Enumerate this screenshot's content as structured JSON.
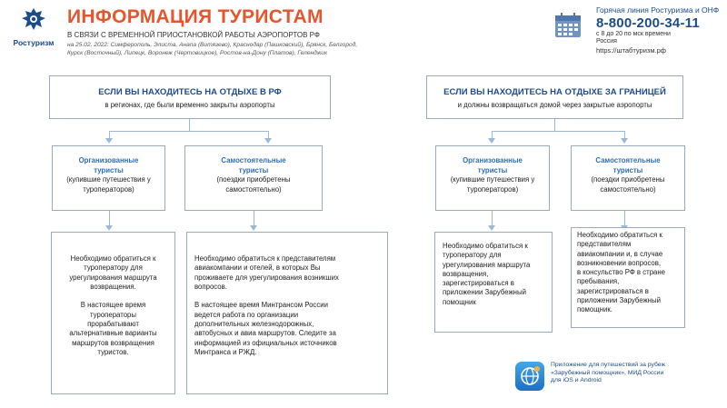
{
  "header": {
    "logo_text": "Ростуризм",
    "title": "ИНФОРМАЦИЯ ТУРИСТАМ",
    "subtitle": "В СВЯЗИ С ВРЕМЕННОЙ ПРИОСТАНОВКОЙ РАБОТЫ АЭРОПОРТОВ РФ",
    "dates_line1": "на 25.02. 2022: Симферополь, Элиста, Анапа (Витязево), Краснодар (Пашковский), Брянск, Белгород,",
    "dates_line2": "Курск (Восточный), Липецк, Воронеж (Чертовицкое), Ростов-на-Дону (Платов), Геленджик"
  },
  "hotline": {
    "title": "Горячая линия Ростуризма и ОНФ",
    "phone": "8-800-200-34-11",
    "hours_line1": "с 8 до 20 по мск времени",
    "hours_line2": "Россия",
    "site": "https://штабтуризм.рф"
  },
  "left": {
    "top_head": "ЕСЛИ ВЫ НАХОДИТЕСЬ НА ОТДЫХЕ В РФ",
    "top_sub": "в регионах, где были временно закрыты аэропорты",
    "org": {
      "head1": "Организованные",
      "head2": "туристы",
      "sub1": "(купившие путешествия у",
      "sub2": "туроператоров)"
    },
    "self": {
      "head1": "Самостоятельные",
      "head2": "туристы",
      "sub1": "(поездки приобретены",
      "sub2": "самостоятельно)"
    },
    "org_text": [
      "Необходимо обратиться к",
      "туроператору для",
      "урегулирования маршрута",
      "возвращения.",
      "",
      "В настоящее время",
      "туроператоры",
      "прорабатывают",
      "альтернативные варианты",
      "маршрутов возвращения",
      "туристов."
    ],
    "self_text": [
      "Необходимо обратиться к представителям",
      "авиакомпании и отелей, в которых Вы",
      "проживаете для урегулирования возникших",
      "вопросов.",
      "",
      "В настоящее время Минтрансом России",
      "ведется работа по организации",
      "дополнительных железнодорожных,",
      "автобусных и авиа маршрутов. Следите за",
      "информацией из официальных источников",
      "Минтранса и РЖД."
    ]
  },
  "right": {
    "top_head": "ЕСЛИ ВЫ НАХОДИТЕСЬ НА ОТДЫХЕ ЗА ГРАНИЦЕЙ",
    "top_sub": "и должны возвращаться домой через закрытые аэропорты",
    "org": {
      "head1": "Организованные",
      "head2": "туристы",
      "sub1": "(купившие путешествия у",
      "sub2": "туроператоров)"
    },
    "self": {
      "head1": "Самостоятельные",
      "head2": "туристы",
      "sub1": "(поездки приобретены",
      "sub2": "самостоятельно)"
    },
    "org_text": [
      "Необходимо обратиться к",
      "туроператору для",
      "урегулирования маршрута",
      "возвращения,",
      "зарегистрироваться в",
      "приложении Зарубежный",
      "помощник"
    ],
    "self_text": [
      "Необходимо обратиться к",
      "представителям",
      "авиакомпании и, в случае",
      "возникновении вопросов,",
      "в консульство РФ в стране",
      "пребывания,",
      "зарегистрироваться в",
      "приложении Зарубежный",
      "помощник."
    ]
  },
  "app": {
    "line1": "Приложение для путешествий за рубеж",
    "line2": "«Зарубежный помощник», МИД России",
    "line3": "для iOS и Android"
  },
  "colors": {
    "title": "#e4572e",
    "accent": "#1c4c8c",
    "connector": "#9ab8d8",
    "border": "#9aa9bb"
  }
}
